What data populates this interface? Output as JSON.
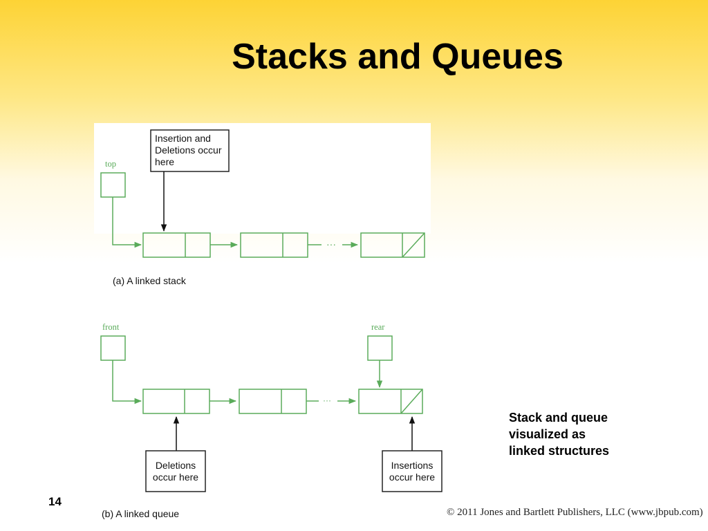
{
  "slide": {
    "title": "Stacks and Queues",
    "slide_number": "14",
    "copyright": "© 2011 Jones and Bartlett Publishers, LLC (www.jbpub.com)",
    "side_note": [
      "Stack and queue",
      "visualized as",
      "linked structures"
    ]
  },
  "stack_figure": {
    "pointer_label": "top",
    "callout": [
      "Insertion and",
      "Deletions occur",
      "here"
    ],
    "ellipsis": "···",
    "caption": "(a) A linked stack"
  },
  "queue_figure": {
    "front_label": "front",
    "rear_label": "rear",
    "ellipsis": "···",
    "deletions_callout": [
      "Deletions",
      "occur here"
    ],
    "insertions_callout": [
      "Insertions",
      "occur here"
    ],
    "caption": "(b) A linked queue"
  },
  "colors": {
    "node_stroke": "#5aab5a",
    "callout_stroke": "#222222",
    "header_gradient_top": "#fdd335"
  }
}
